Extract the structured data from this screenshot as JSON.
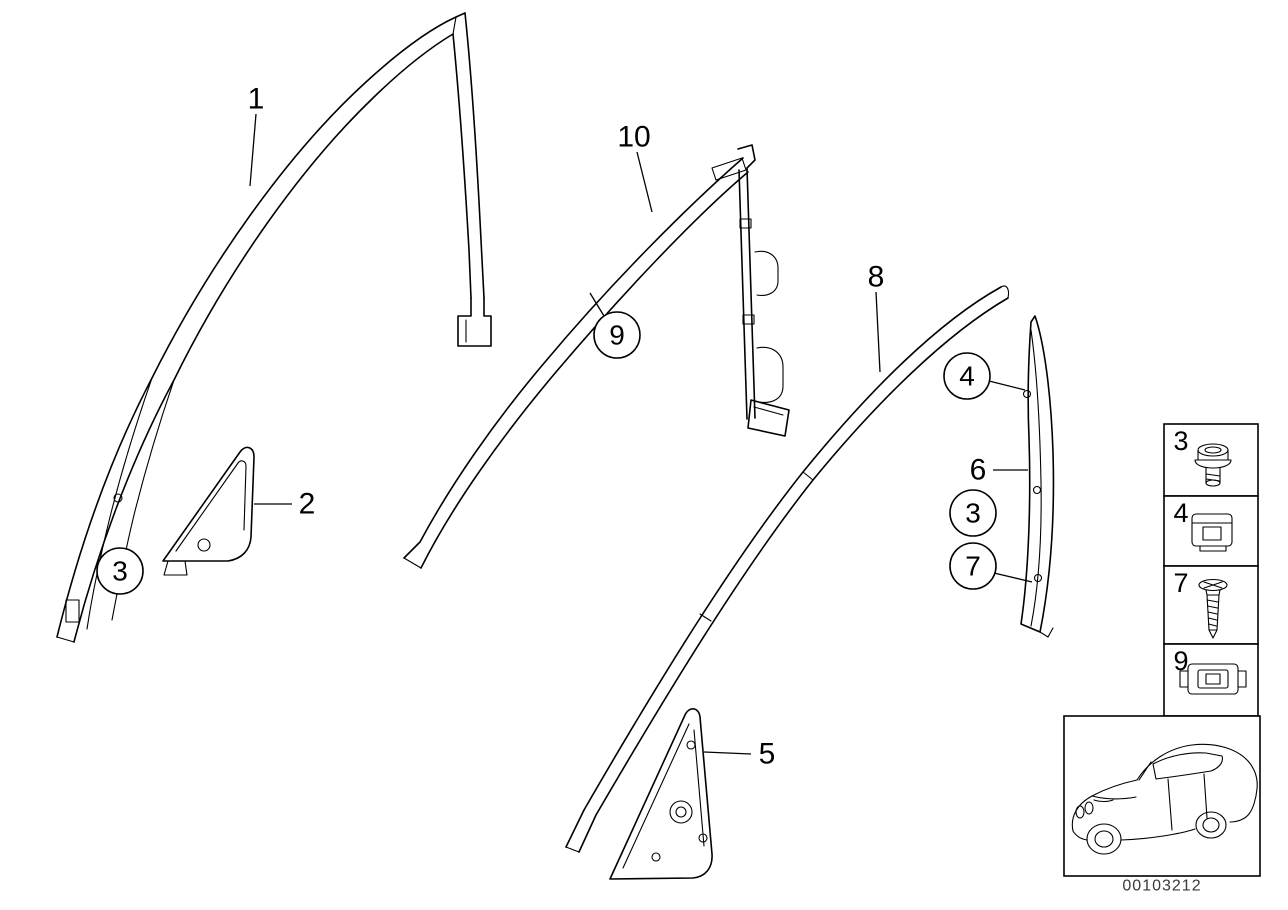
{
  "diagram": {
    "footer_code": "00103212",
    "callouts": [
      {
        "label": "1",
        "circled": false
      },
      {
        "label": "2",
        "circled": false
      },
      {
        "label": "3",
        "circled": true
      },
      {
        "label": "10",
        "circled": false
      },
      {
        "label": "9",
        "circled": true
      },
      {
        "label": "8",
        "circled": false
      },
      {
        "label": "4",
        "circled": true
      },
      {
        "label": "6",
        "circled": false
      },
      {
        "label": "3",
        "circled": true
      },
      {
        "label": "7",
        "circled": true
      },
      {
        "label": "5",
        "circled": false
      }
    ],
    "legend": [
      {
        "label": "3",
        "icon": "hex-bolt-icon"
      },
      {
        "label": "4",
        "icon": "sheet-metal-clip-icon"
      },
      {
        "label": "7",
        "icon": "phillips-screw-icon"
      },
      {
        "label": "9",
        "icon": "retainer-clip-icon"
      }
    ]
  }
}
